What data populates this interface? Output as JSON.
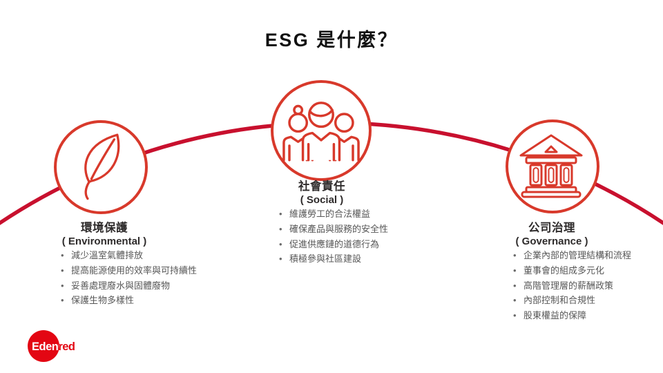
{
  "slide": {
    "title": "ESG 是什麼？",
    "colors": {
      "arc_line": "#C8102E",
      "icon_stroke": "#D8392B",
      "logo_red": "#E30613",
      "heading_text": "#2E2B2B",
      "bullet_text": "#575757"
    },
    "sections": [
      {
        "id": "environmental",
        "icon": "leaf-icon",
        "heading_zh": "環境保護",
        "heading_en": "( Environmental )",
        "bullets": [
          "減少溫室氣體排放",
          "提高能源使用的效率與可持續性",
          "妥善處理廢水與固體廢物",
          "保護生物多樣性"
        ]
      },
      {
        "id": "social",
        "icon": "people-icon",
        "heading_zh": "社會責任",
        "heading_en": "( Social )",
        "bullets": [
          "維護勞工的合法權益",
          "確保產品與服務的安全性",
          "促進供應鏈的道德行為",
          "積極參與社區建設"
        ]
      },
      {
        "id": "governance",
        "icon": "bank-icon",
        "heading_zh": "公司治理",
        "heading_en": "( Governance )",
        "bullets": [
          "企業內部的管理結構和流程",
          "董事會的組成多元化",
          "高階管理層的薪酬政策",
          "內部控制和合規性",
          "股東權益的保障"
        ]
      }
    ],
    "logo": {
      "text": "Edenred"
    }
  }
}
